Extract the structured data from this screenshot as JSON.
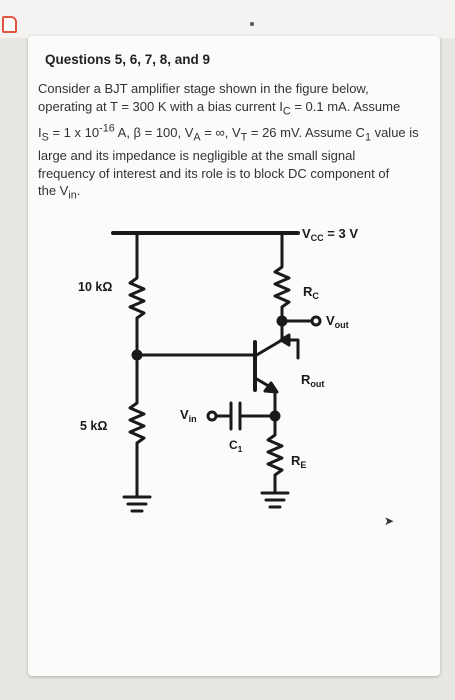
{
  "heading": "Questions 5, 6, 7, 8, and 9",
  "problem": {
    "line1": "Consider a BJT amplifier stage shown in the figure below,",
    "line2": "operating at T = 300 K with a bias current I",
    "line2_sub": "C",
    "line2_end": " = 0.1 mA. Assume",
    "line3_a": "I",
    "line3_sub_s": "S",
    "line3_b": " = 1 x 10",
    "line3_exp": "-16",
    "line3_c": " A, β = 100, V",
    "line3_sub_a": "A",
    "line3_d": " = ∞, V",
    "line3_sub_t": "T",
    "line3_e": " = 26 mV. Assume C",
    "line3_sub_1": "1",
    "line3_f": " value is",
    "line4": "large and its impedance is negligible at the small signal",
    "line5": "frequency of interest and its role is to block DC component of",
    "line6": "the V",
    "line6_sub": "in",
    "line6_end": "."
  },
  "circuit": {
    "vcc_label": "V",
    "vcc_sub": "CC",
    "vcc_value": " = 3 V",
    "r_top": "10 kΩ",
    "r_bottom": "5 kΩ",
    "rc": "R",
    "rc_sub": "C",
    "rout": "R",
    "rout_sub": "out",
    "re": "R",
    "re_sub": "E",
    "vout": "V",
    "vout_sub": "out",
    "vin": "V",
    "vin_sub": "in",
    "c1": "C",
    "c1_sub": "1"
  }
}
